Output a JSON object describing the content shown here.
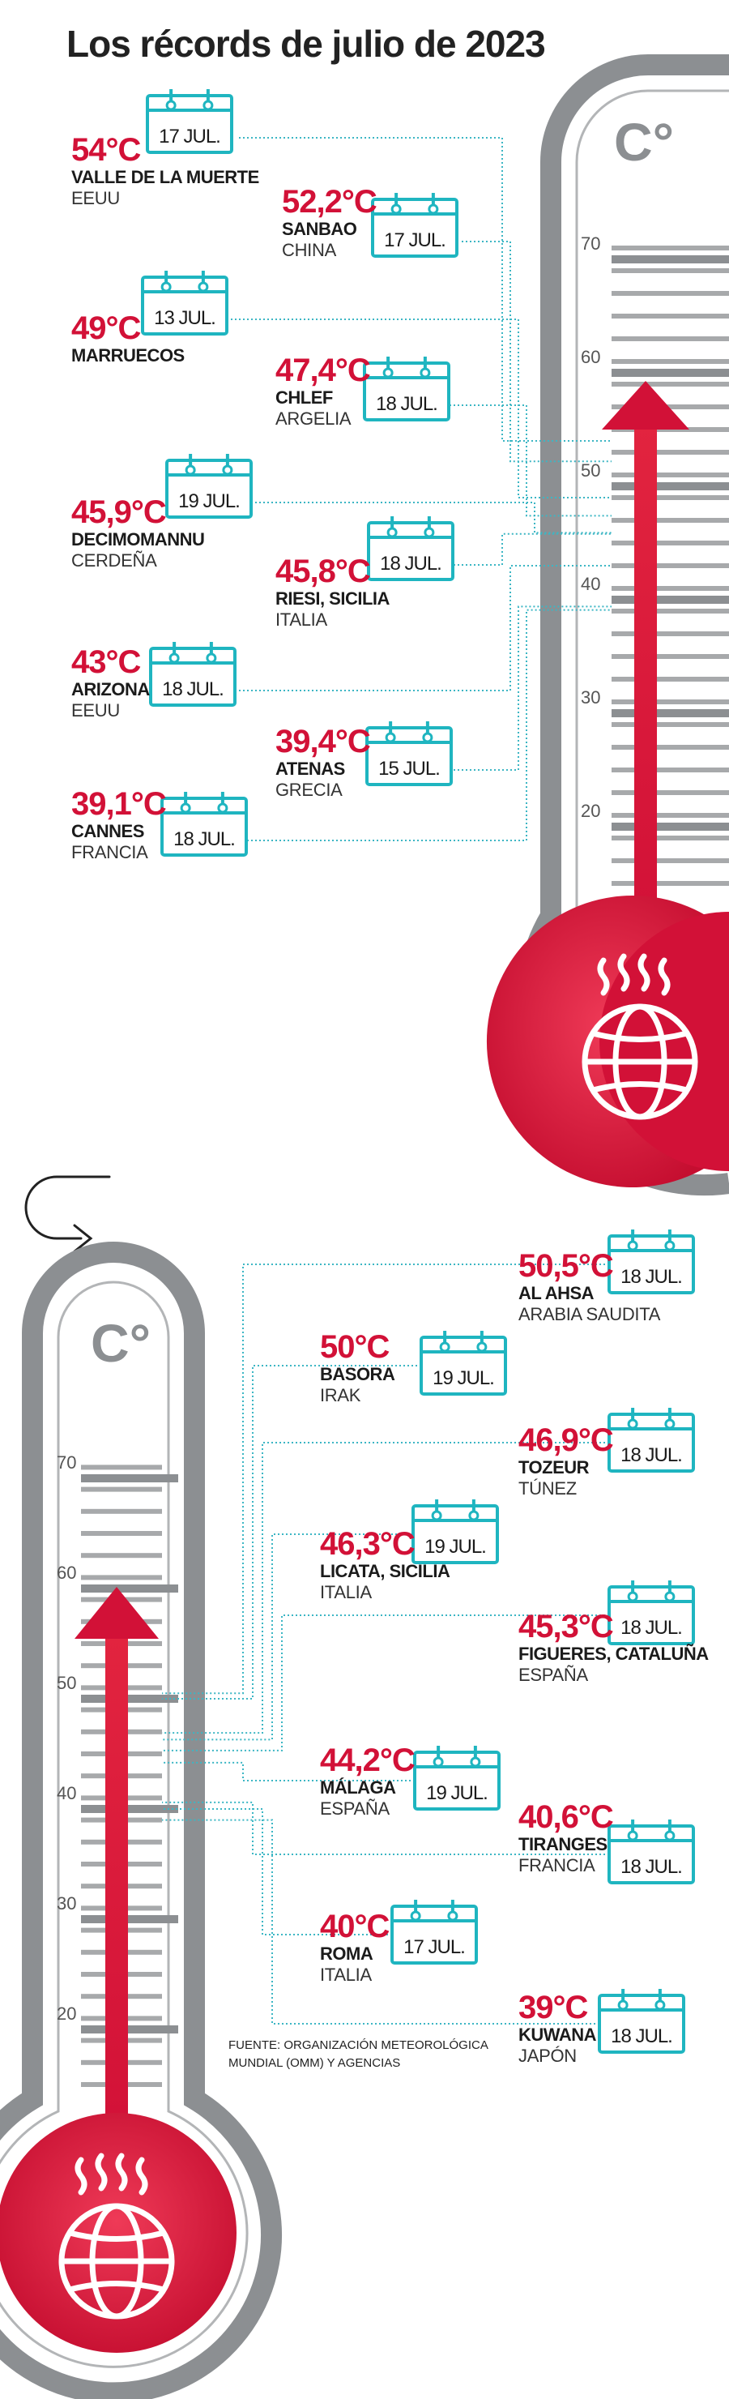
{
  "title": "Los récords de julio de 2023",
  "unit_label": "C°",
  "scale_ticks": [
    "70",
    "60",
    "50",
    "40",
    "30",
    "20"
  ],
  "source": [
    "FUENTE: ORGANIZACIÓN METEOROLÓGICA",
    "MUNDIAL (OMM) Y AGENCIAS"
  ],
  "colors": {
    "accent_red": "#d21137",
    "calendar_teal": "#1fb5c0",
    "thermo_gray": "#8c8f92",
    "connector": "#3cb6c4"
  },
  "icons": {
    "calendar": "calendar-icon",
    "globe": "globe-heat-icon",
    "continue_arrow": "curved-arrow-icon"
  },
  "records_top": [
    {
      "temp": "54°C",
      "place": "VALLE DE LA MUERTE",
      "country": "EEUU",
      "date": "17 JUL.",
      "value": 54
    },
    {
      "temp": "52,2°C",
      "place": "SANBAO",
      "country": "CHINA",
      "date": "17 JUL.",
      "value": 52.2
    },
    {
      "temp": "49°C",
      "place": "MARRUECOS",
      "country": "",
      "date": "13 JUL.",
      "value": 49
    },
    {
      "temp": "47,4°C",
      "place": "CHLEF",
      "country": "ARGELIA",
      "date": "18 JUL.",
      "value": 47.4
    },
    {
      "temp": "45,9°C",
      "place": "DECIMOMANNU",
      "country": "CERDEÑA",
      "date": "19 JUL.",
      "value": 45.9
    },
    {
      "temp": "45,8°C",
      "place": "RIESI, SICILIA",
      "country": "ITALIA",
      "date": "18 JUL.",
      "value": 45.8
    },
    {
      "temp": "43°C",
      "place": "ARIZONA",
      "country": "EEUU",
      "date": "18 JUL.",
      "value": 43
    },
    {
      "temp": "39,4°C",
      "place": "ATENAS",
      "country": "GRECIA",
      "date": "15 JUL.",
      "value": 39.4
    },
    {
      "temp": "39,1°C",
      "place": "CANNES",
      "country": "FRANCIA",
      "date": "18 JUL.",
      "value": 39.1
    }
  ],
  "records_bottom": [
    {
      "temp": "50,5°C",
      "place": "AL AHSA",
      "country": "ARABIA SAUDITA",
      "date": "18 JUL.",
      "value": 50.5
    },
    {
      "temp": "50°C",
      "place": "BASORA",
      "country": "IRAK",
      "date": "19 JUL.",
      "value": 50
    },
    {
      "temp": "46,9°C",
      "place": "TOZEUR",
      "country": "TÚNEZ",
      "date": "18 JUL.",
      "value": 46.9
    },
    {
      "temp": "46,3°C",
      "place": "LICATA, SICILIA",
      "country": "ITALIA",
      "date": "19 JUL.",
      "value": 46.3
    },
    {
      "temp": "45,3°C",
      "place": "FIGUERES, CATALUÑA",
      "country": "ESPAÑA",
      "date": "18 JUL.",
      "value": 45.3
    },
    {
      "temp": "44,2°C",
      "place": "MÁLAGA",
      "country": "ESPAÑA",
      "date": "19 JUL.",
      "value": 44.2
    },
    {
      "temp": "40,6°C",
      "place": "TIRANGES",
      "country": "FRANCIA",
      "date": "18 JUL.",
      "value": 40.6
    },
    {
      "temp": "40°C",
      "place": "ROMA",
      "country": "ITALIA",
      "date": "17 JUL.",
      "value": 40
    },
    {
      "temp": "39°C",
      "place": "KUWANA",
      "country": "JAPÓN",
      "date": "18 JUL.",
      "value": 39
    }
  ]
}
